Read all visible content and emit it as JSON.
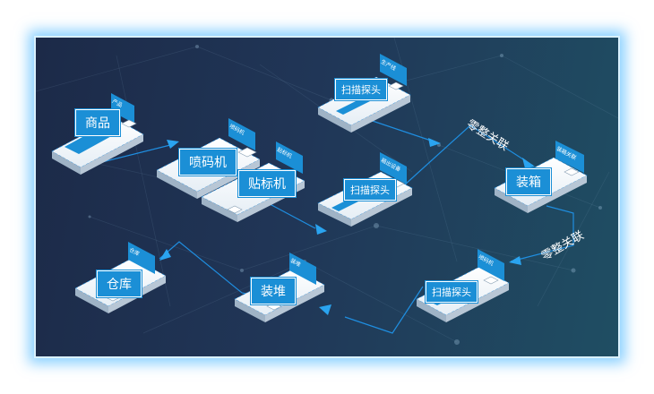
{
  "colors": {
    "background_dark": "#1c2a48",
    "background_teal": "#1f4e63",
    "accent_blue": "#1b8fd6",
    "connector": "#1f8ee0"
  },
  "nodes": {
    "product": {
      "label": "商品",
      "tag": "产品"
    },
    "coder1": {
      "label": "喷码机",
      "tag": "喷码机"
    },
    "labeler": {
      "label": "贴标机",
      "tag": "贴标机"
    },
    "scanner_top": {
      "label": "扫描探头",
      "tag": "生产线"
    },
    "scanner_mid": {
      "label": "扫描探头",
      "tag": "箱出设备"
    },
    "carton": {
      "label": "装箱",
      "tag": "装箱关联"
    },
    "scanner_right": {
      "label": "扫描探头",
      "tag": "喷码机"
    },
    "stacking": {
      "label": "装堆",
      "tag": "装堆"
    },
    "warehouse": {
      "label": "仓库",
      "tag": "仓库"
    }
  },
  "links": {
    "top": "零整关联",
    "right": "零整关联"
  }
}
